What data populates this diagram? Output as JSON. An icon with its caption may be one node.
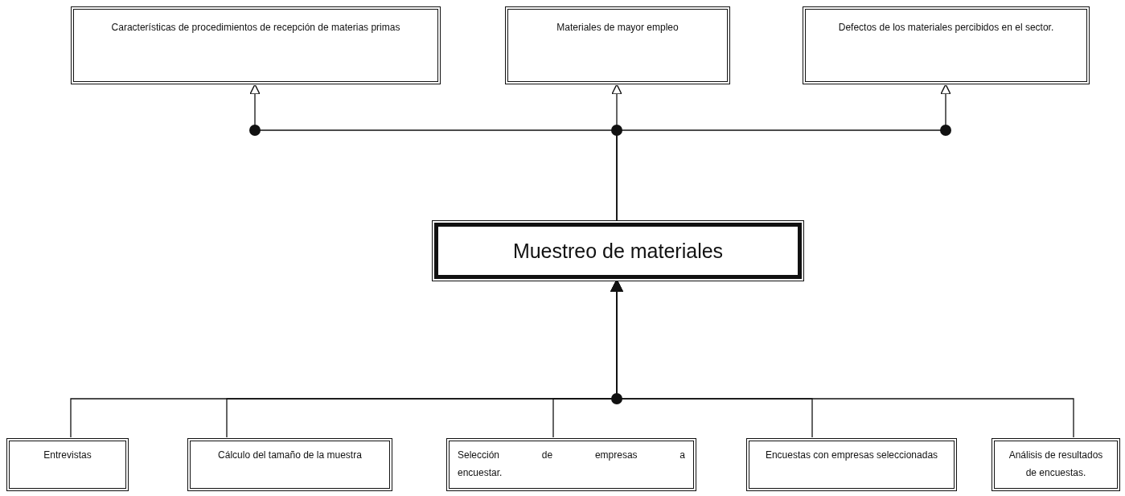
{
  "diagram": {
    "nodes": [
      {
        "text": [
          "Características de procedimientos de recepción de materias primas"
        ]
      },
      {
        "text": [
          "Materiales de mayor empleo"
        ]
      },
      {
        "text": [
          "Defectos de los materiales percibidos en el sector."
        ]
      },
      {
        "text": [
          "Muestreo de materiales"
        ]
      },
      {
        "text": [
          "Entrevistas"
        ]
      },
      {
        "text": [
          "Cálculo del tamaño de la muestra"
        ]
      },
      {
        "text": [
          "Selección de empresas a encuestar."
        ]
      },
      {
        "text": [
          "Encuestas con empresas seleccionadas"
        ]
      },
      {
        "text": [
          "Análisis de resultados de encuestas."
        ]
      }
    ],
    "edges": [
      {
        "from": 3,
        "to": 0,
        "arrow": "to"
      },
      {
        "from": 3,
        "to": 1,
        "arrow": "to"
      },
      {
        "from": 3,
        "to": 2,
        "arrow": "to"
      },
      {
        "from": 4,
        "to": 3,
        "arrow": "to"
      },
      {
        "from": 5,
        "to": 3,
        "arrow": "to"
      },
      {
        "from": 6,
        "to": 3,
        "arrow": "to"
      },
      {
        "from": 7,
        "to": 3,
        "arrow": "to"
      },
      {
        "from": 8,
        "to": 3,
        "arrow": "to"
      }
    ]
  }
}
